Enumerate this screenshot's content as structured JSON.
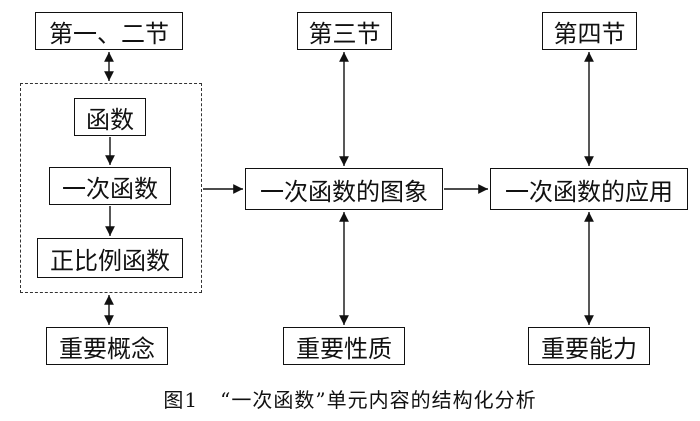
{
  "boxes": {
    "sections_1_2": "第一、二节",
    "section_3": "第三节",
    "section_4": "第四节",
    "function": "函数",
    "linear_function": "一次函数",
    "direct_proportion": "正比例函数",
    "graph": "一次函数的图象",
    "application": "一次函数的应用",
    "key_concepts": "重要概念",
    "key_properties": "重要性质",
    "key_abilities": "重要能力"
  },
  "caption": {
    "figure_no": "图1",
    "text": "“一次函数”单元内容的结构化分析"
  }
}
